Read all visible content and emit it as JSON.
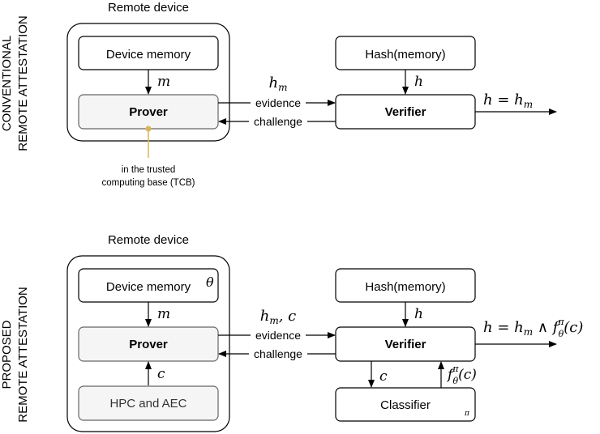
{
  "conventional": {
    "side_label": [
      "CONVENTIONAL",
      "REMOTE ATTESTATION"
    ],
    "container_label": "Remote device",
    "device_memory": "Device memory",
    "prover": "Prover",
    "hash": "Hash(memory)",
    "verifier": "Verifier",
    "mem_to_prover": "m",
    "hash_to_verifier": "h",
    "evidence_math": "h_m",
    "evidence": "evidence",
    "challenge": "challenge",
    "result": "h = h_m",
    "tcb_note": [
      "in the trusted",
      "computing base (TCB)"
    ]
  },
  "proposed": {
    "side_label": [
      "PROPOSED",
      "REMOTE ATTESTATION"
    ],
    "container_label": "Remote device",
    "device_memory": "Device memory",
    "theta": "θ",
    "prover": "Prover",
    "hpc": "HPC and AEC",
    "hash": "Hash(memory)",
    "verifier": "Verifier",
    "classifier": "Classifier",
    "pi": "π",
    "mem_to_prover": "m",
    "hpc_to_prover": "c",
    "hash_to_verifier": "h",
    "evidence_math": "h_m, c",
    "evidence": "evidence",
    "challenge": "challenge",
    "verifier_to_classifier": "c",
    "classifier_to_verifier": "f_θ^π(c)",
    "result": "h = h_m ∧ f_θ^π(c)"
  },
  "colors": {
    "prover_fill": "#f5f5f5",
    "prover_stroke": "#666666",
    "tcb_marker": "#d6b656"
  }
}
